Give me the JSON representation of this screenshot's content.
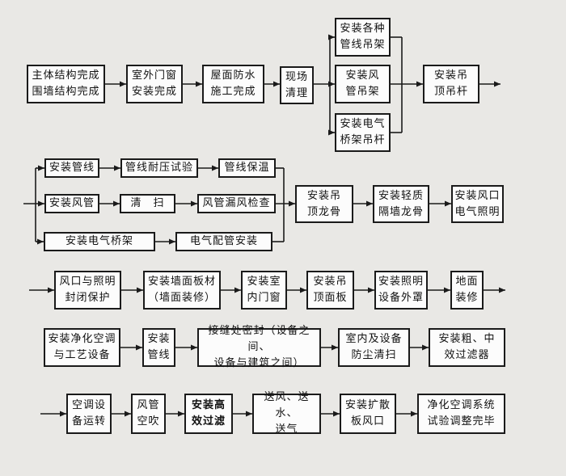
{
  "diagram": {
    "type": "flowchart",
    "language": "zh-CN",
    "colors": {
      "background": "#e9e8e5",
      "node_fill": "#fcfcfc",
      "node_border": "#1a1a1a",
      "connector": "#1a1a1a",
      "text": "#111111"
    },
    "nodes": [
      {
        "id": "main-structure-complete",
        "text": "主体结构完成\n围墙结构完成"
      },
      {
        "id": "exterior-doors-windows",
        "text": "室外门窗\n安装完成"
      },
      {
        "id": "roof-waterproofing",
        "text": "屋面防水\n施工完成"
      },
      {
        "id": "site-cleanup",
        "text": "现场\n清理"
      },
      {
        "id": "pipeline-hanger-install",
        "text": "安装各种\n管线吊架"
      },
      {
        "id": "duct-hanger-install",
        "text": "安装风\n管吊架"
      },
      {
        "id": "cable-tray-rod-install",
        "text": "安装电气\n桥架吊杆"
      },
      {
        "id": "ceiling-rod-install",
        "text": "安装吊\n顶吊杆"
      },
      {
        "id": "pipeline-install",
        "text": "安装管线"
      },
      {
        "id": "pipeline-pressure-test",
        "text": "管线耐压试验"
      },
      {
        "id": "pipeline-insulation",
        "text": "管线保温"
      },
      {
        "id": "duct-install",
        "text": "安装风管"
      },
      {
        "id": "duct-cleaning",
        "text": "清　扫"
      },
      {
        "id": "duct-leak-check",
        "text": "风管漏风检查"
      },
      {
        "id": "cable-tray-install",
        "text": "安装电气桥架"
      },
      {
        "id": "conduit-install",
        "text": "电气配管安装"
      },
      {
        "id": "ceiling-keel-install",
        "text": "安装吊\n顶龙骨"
      },
      {
        "id": "partition-keel-install",
        "text": "安装轻质\n隔墙龙骨"
      },
      {
        "id": "outlet-lighting-install",
        "text": "安装风口\n电气照明"
      },
      {
        "id": "outlet-lighting-protection",
        "text": "风口与照明\n封闭保护"
      },
      {
        "id": "wall-panel-install",
        "text": "安装墙面板材\n（墙面装修）"
      },
      {
        "id": "interior-doors-install",
        "text": "安装室\n内门窗"
      },
      {
        "id": "ceiling-panel-install",
        "text": "安装吊\n顶面板"
      },
      {
        "id": "lighting-cover-install",
        "text": "安装照明\n设备外罩"
      },
      {
        "id": "floor-finishing",
        "text": "地面\n装修"
      },
      {
        "id": "hvac-equipment-install",
        "text": "安装净化空调\n与工艺设备"
      },
      {
        "id": "pipeline-install-2",
        "text": "安装\n管线"
      },
      {
        "id": "joint-sealing",
        "text": "接缝处密封（设备之间、\n设备与建筑之间）"
      },
      {
        "id": "dust-cleaning",
        "text": "室内及设备\n防尘清扫"
      },
      {
        "id": "coarse-filter-install",
        "text": "安装粗、中\n效过滤器"
      },
      {
        "id": "ac-equipment-run",
        "text": "空调设\n备运转"
      },
      {
        "id": "duct-blow",
        "text": "风管\n空吹"
      },
      {
        "id": "hepa-filter-install",
        "text": "安装高\n效过滤",
        "bold": true
      },
      {
        "id": "supply-air-water-gas",
        "text": "送风、送水、\n送气"
      },
      {
        "id": "diffuser-install",
        "text": "安装扩散\n板风口"
      },
      {
        "id": "system-adjustment-complete",
        "text": "净化空调系统\n试验调整完毕"
      }
    ],
    "edges": [
      "main-structure-complete -> exterior-doors-windows",
      "exterior-doors-windows -> roof-waterproofing",
      "roof-waterproofing -> site-cleanup",
      "site-cleanup -> pipeline-hanger-install",
      "site-cleanup -> duct-hanger-install",
      "site-cleanup -> cable-tray-rod-install",
      "pipeline-hanger-install -> ceiling-rod-install",
      "duct-hanger-install -> ceiling-rod-install",
      "cable-tray-rod-install -> ceiling-rod-install",
      "ceiling-rod-install -> [wrap-to-row-2]",
      "[row-2-entry] -> pipeline-install",
      "[row-2-entry] -> duct-install",
      "[row-2-entry] -> cable-tray-install",
      "pipeline-install -> pipeline-pressure-test",
      "pipeline-pressure-test -> pipeline-insulation",
      "duct-install -> duct-cleaning",
      "duct-cleaning -> duct-leak-check",
      "cable-tray-install -> conduit-install",
      "pipeline-insulation -> ceiling-keel-install",
      "duct-leak-check -> ceiling-keel-install",
      "conduit-install -> ceiling-keel-install",
      "ceiling-keel-install -> partition-keel-install",
      "partition-keel-install -> outlet-lighting-install",
      "[row-3-entry] -> outlet-lighting-protection",
      "outlet-lighting-protection -> wall-panel-install",
      "wall-panel-install -> interior-doors-install",
      "interior-doors-install -> ceiling-panel-install",
      "ceiling-panel-install -> lighting-cover-install",
      "lighting-cover-install -> floor-finishing",
      "floor-finishing -> [wrap-to-row-4]",
      "hvac-equipment-install -> pipeline-install-2",
      "pipeline-install-2 -> joint-sealing",
      "joint-sealing -> dust-cleaning",
      "dust-cleaning -> coarse-filter-install",
      "[row-5-entry] -> ac-equipment-run",
      "ac-equipment-run -> duct-blow",
      "duct-blow -> hepa-filter-install",
      "hepa-filter-install -> supply-air-water-gas",
      "supply-air-water-gas -> diffuser-install",
      "diffuser-install -> system-adjustment-complete"
    ]
  }
}
